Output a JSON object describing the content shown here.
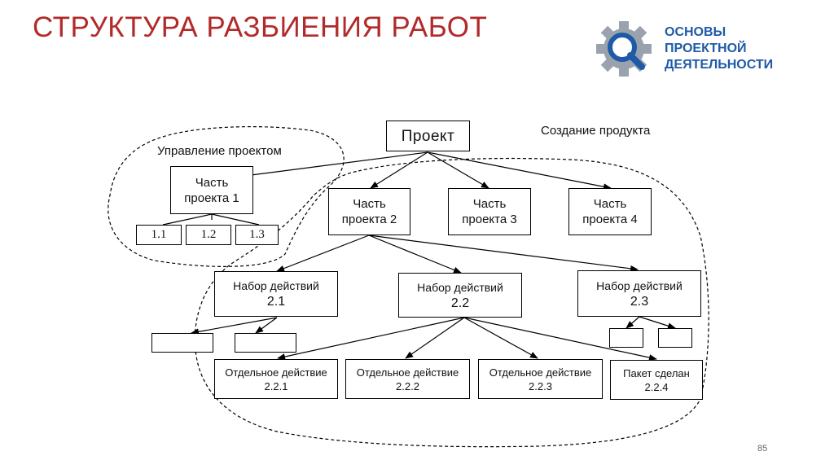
{
  "slide": {
    "title": "СТРУКТУРА РАЗБИЕНИЯ РАБОТ",
    "page_number": "85",
    "logo": {
      "icon": "gear-magnifier-icon",
      "line1": "ОСНОВЫ",
      "line2": "ПРОЕКТНОЙ",
      "line3": "ДЕЯТЕЛЬНОСТИ",
      "color_blue": "#1e5aa8",
      "color_gray": "#9aa3ad"
    },
    "title_color": "#b22a2a"
  },
  "diagram": {
    "root": "Проект",
    "group_labels": {
      "management": "Управление проектом",
      "product": "Создание продукта"
    },
    "parts": {
      "p1": {
        "line1": "Часть",
        "line2": "проекта 1"
      },
      "p2": {
        "line1": "Часть",
        "line2": "проекта 2"
      },
      "p3": {
        "line1": "Часть",
        "line2": "проекта 3"
      },
      "p4": {
        "line1": "Часть",
        "line2": "проекта 4"
      }
    },
    "p1_children": [
      "1.1",
      "1.2",
      "1.3"
    ],
    "action_sets": {
      "a1": {
        "line1": "Набор действий",
        "line2": "2.1"
      },
      "a2": {
        "line1": "Набор действий",
        "line2": "2.2"
      },
      "a3": {
        "line1": "Набор действий",
        "line2": "2.3"
      }
    },
    "actions": {
      "d1": {
        "line1": "Отдельное действие",
        "line2": "2.2.1"
      },
      "d2": {
        "line1": "Отдельное действие",
        "line2": "2.2.2"
      },
      "d3": {
        "line1": "Отдельное действие",
        "line2": "2.2.3"
      },
      "d4": {
        "line1": "Пакет сделан",
        "line2": "2.2.4"
      }
    }
  }
}
